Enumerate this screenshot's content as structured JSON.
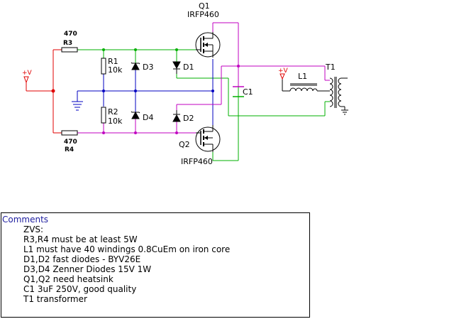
{
  "components": {
    "q1": {
      "ref": "Q1",
      "part": "IRFP460"
    },
    "q2": {
      "ref": "Q2",
      "part": "IRFP460"
    },
    "r1": {
      "ref": "R1",
      "value": "10k"
    },
    "r2": {
      "ref": "R2",
      "value": "10k"
    },
    "r3": {
      "ref": "R3",
      "value": "470"
    },
    "r4": {
      "ref": "R4",
      "value": "470"
    },
    "d1": {
      "ref": "D1"
    },
    "d2": {
      "ref": "D2"
    },
    "d3": {
      "ref": "D3"
    },
    "d4": {
      "ref": "D4"
    },
    "c1": {
      "ref": "C1"
    },
    "l1": {
      "ref": "L1"
    },
    "t1": {
      "ref": "T1"
    },
    "supply": {
      "label": "+V"
    }
  },
  "comments": {
    "title": "Comments",
    "lines": [
      "ZVS:",
      "R3,R4 must be at least 5W",
      "L1 must  have 40 windings 0.8CuEm on iron core",
      "D1,D2 fast diodes - BYV26E",
      "D3,D4 Zenner Diodes 15V 1W",
      "Q1,Q2 need heatsink",
      "C1 3uF 250V, good quality",
      "T1  transformer"
    ]
  },
  "colors": {
    "wire_green": "#00b000",
    "wire_blue": "#0000c0",
    "wire_purple": "#c000c0",
    "wire_red": "#e00000",
    "component": "#000000"
  }
}
